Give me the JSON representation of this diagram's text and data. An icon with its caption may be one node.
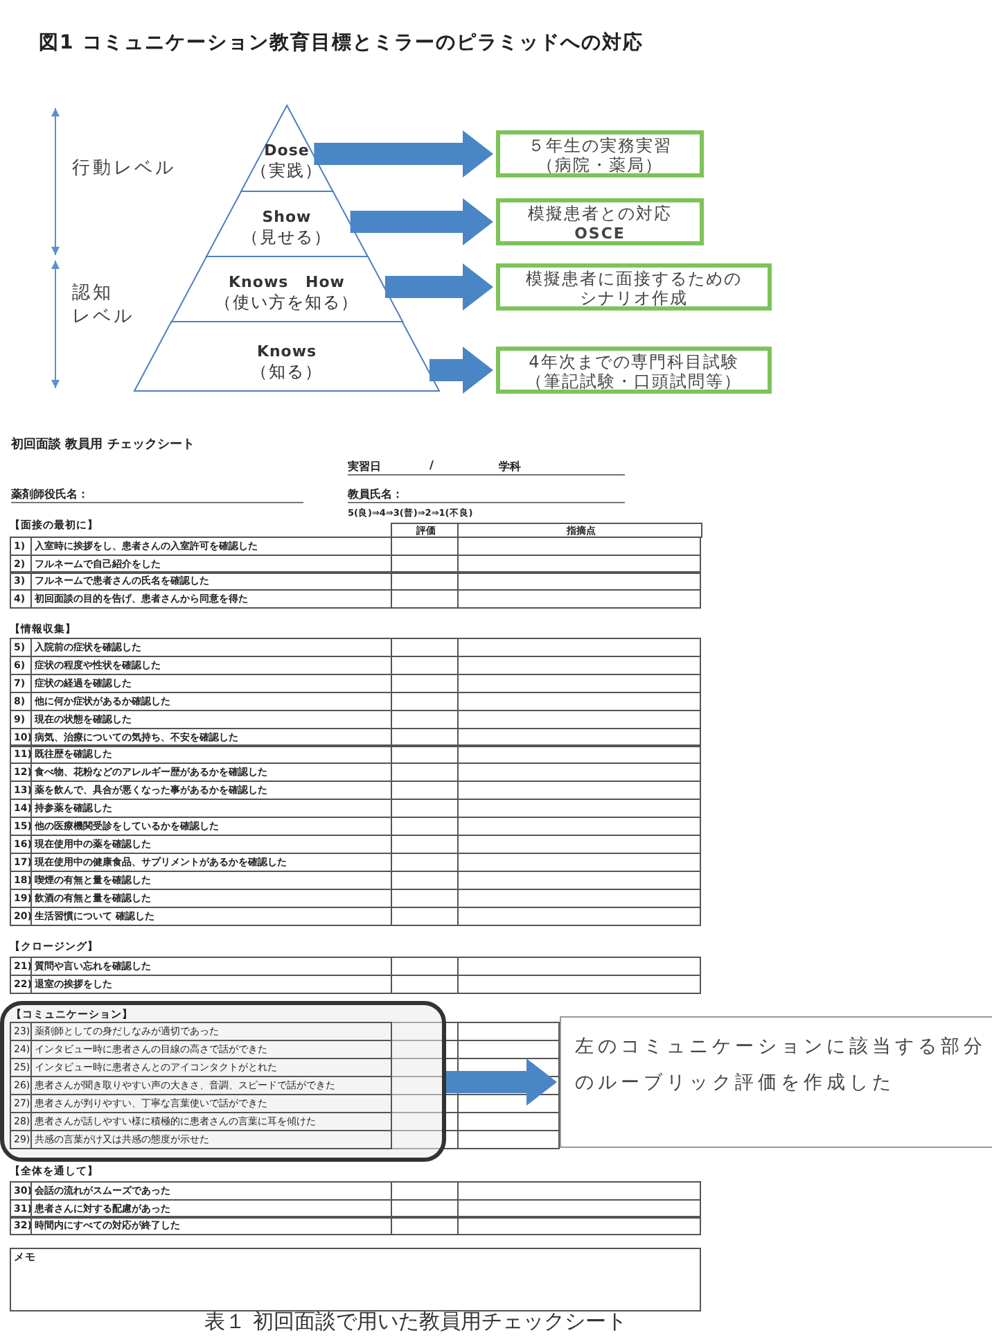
{
  "diagram": {
    "title": "図1 コミュニケーション教育目標とミラーのピラミッドへの対応",
    "caption": "表１ 初回面談で用いた教員用チェックシート",
    "nodes": [
      {
        "text": [
          "Dose",
          "（実践）"
        ]
      },
      {
        "text": [
          "Show",
          "（見せる）"
        ]
      },
      {
        "text": [
          "Knows How",
          "（使い方を知る）"
        ]
      },
      {
        "text": [
          "Knows",
          "（知る）"
        ]
      },
      {
        "text": [
          "５年生の実務実習（病院・薬局）"
        ]
      },
      {
        "text": [
          "模擬患者との対応",
          "OSCE"
        ]
      },
      {
        "text": [
          "模擬患者に面接するためのシナリオ作成"
        ]
      },
      {
        "text": [
          "4年次までの専門科目試験（筆記試験・口頭試問等）"
        ]
      },
      {
        "text": [
          "【コミュニケーション】",
          "23)",
          "薬剤師としての身だしなみが適切であった",
          "24)",
          "インタビュー時に患者さんの目線の高さで話ができた",
          "25)",
          "インタビュー時に患者さんとのアイコンタクトがとれた",
          "26)",
          "患者さんが聞き取りやすい声の大きさ、音調、スピードで話ができた",
          "27)",
          "患者さんが判りやすい、丁寧な言葉使いで話ができた",
          "28)",
          "患者さんが話しやすい様に積極的に患者さんの言葉に耳を傾けた",
          "29)",
          "共感の言葉がけ又は共感の態度が示せた"
        ]
      },
      {
        "text": [
          "左のコミュニケーションに該当する部分のルーブリック評価を作成した"
        ]
      }
    ],
    "edges": [
      {
        "from": 0,
        "to": 4,
        "arrow": "to"
      },
      {
        "from": 1,
        "to": 5,
        "arrow": "to"
      },
      {
        "from": 2,
        "to": 6,
        "arrow": "to"
      },
      {
        "from": 3,
        "to": 7,
        "arrow": "to"
      },
      {
        "from": 8,
        "to": 9,
        "arrow": "to"
      }
    ],
    "labels": [
      "行動レベル",
      "認知レベル",
      "初回面談 教員用 チェックシート",
      "実習日",
      "/",
      "学科",
      "薬剤師役氏名：",
      "教員氏名：",
      "5(良)⇒4⇒3(普)⇒2⇒1(不良)",
      "【面接の最初に】",
      "評価",
      "指摘点",
      "1)",
      "入室時に挨拶をし、患者さんの入室許可を確認した",
      "2)",
      "フルネームで自己紹介をした",
      "3)",
      "フルネームで患者さんの氏名を確認した",
      "4)",
      "初回面談の目的を告げ、患者さんから同意を得た",
      "【情報収集】",
      "5)",
      "入院前の症状を確認した",
      "6)",
      "症状の程度や性状を確認した",
      "7)",
      "症状の経過を確認した",
      "8)",
      "他に何か症状があるか確認した",
      "9)",
      "現在の状態を確認した",
      "10)",
      "病気、治療についての気持ち、不安を確認した",
      "11)",
      "既往歴を確認した",
      "12)",
      "食べ物、花粉などのアレルギー歴があるかを確認した",
      "13)",
      "薬を飲んで、具合が悪くなった事があるかを確認した",
      "14)",
      "持参薬を確認した",
      "15)",
      "他の医療機関受診をしているかを確認した",
      "16)",
      "現在使用中の薬を確認した",
      "17)",
      "現在使用中の健康食品、サプリメントがあるかを確認した",
      "18)",
      "喫煙の有無と量を確認した",
      "19)",
      "飲酒の有無と量を確認した",
      "20)",
      "生活習慣について 確認した",
      "【クロージング】",
      "21)",
      "質問や言い忘れを確認した",
      "22)",
      "退室の挨拶をした",
      "【全体を通して】",
      "30)",
      "会話の流れがスムーズであった",
      "31)",
      "患者さんに対する配慮があった",
      "32)",
      "時間内にすべての対応が終了した",
      "メモ"
    ]
  }
}
